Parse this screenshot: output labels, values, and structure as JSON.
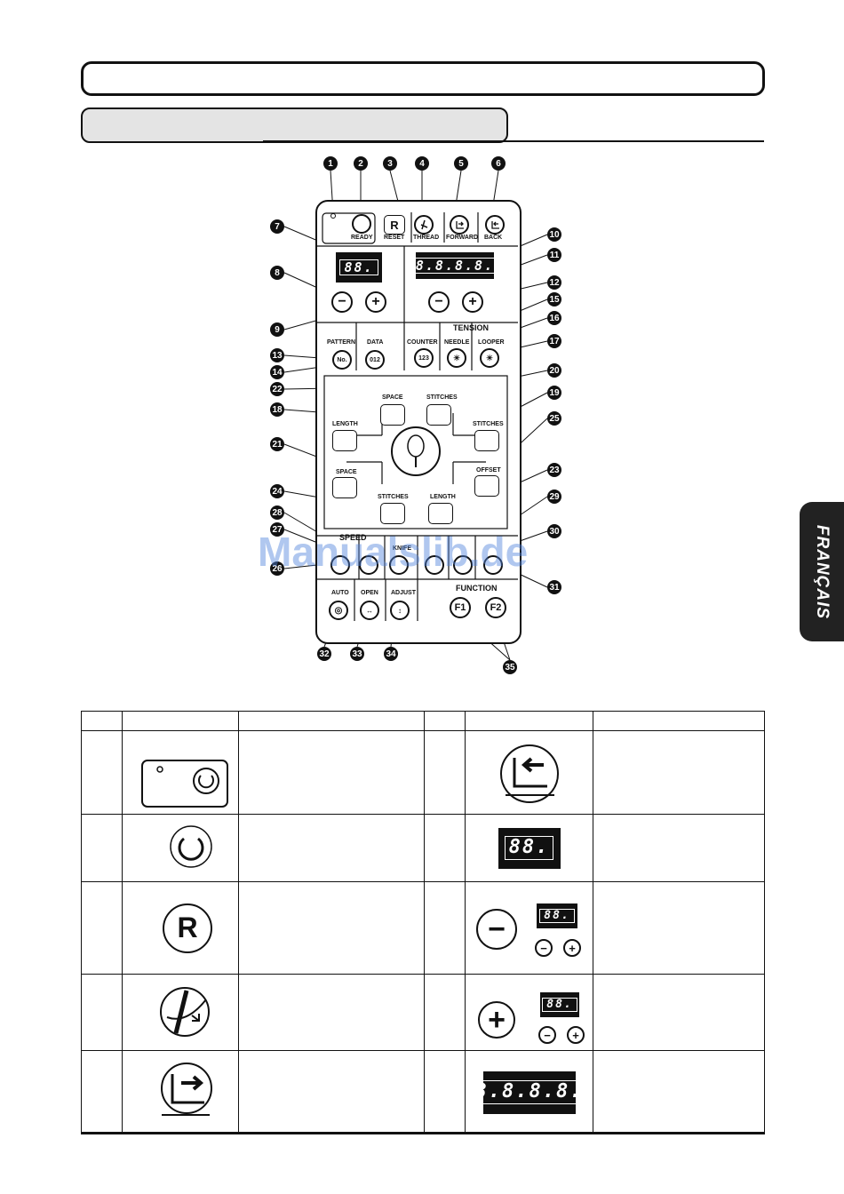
{
  "side_tab": {
    "label": "FRANÇAIS"
  },
  "watermark": "Manualslib.de",
  "callouts": {
    "top": [
      "1",
      "2",
      "3",
      "4",
      "5",
      "6"
    ],
    "left": [
      "7",
      "8",
      "9",
      "13",
      "14",
      "22",
      "18",
      "21",
      "24",
      "28",
      "27",
      "26"
    ],
    "right": [
      "10",
      "11",
      "12",
      "15",
      "16",
      "17",
      "20",
      "19",
      "25",
      "23",
      "29",
      "30",
      "31"
    ],
    "bottom": [
      "32",
      "33",
      "34",
      "35"
    ]
  },
  "panel": {
    "ready": "READY",
    "reset": "RESET",
    "reset_glyph": "R",
    "thread": "THREAD",
    "forward": "FORWARD",
    "back": "BACK",
    "display_small": "88.",
    "display_large": "8.8.8.8.",
    "minus": "−",
    "plus": "+",
    "tension": "TENSION",
    "pattern": "PATTERN",
    "data": "DATA",
    "pattern_glyph": "No.",
    "data_glyph": "012",
    "counter": "COUNTER",
    "counter_glyph": "123",
    "needle": "NEEDLE",
    "looper": "LOOPER",
    "space_top": "SPACE",
    "stitches_top": "STITCHES",
    "length_left": "LENGTH",
    "stitches_right": "STITCHES",
    "space_left": "SPACE",
    "offset": "OFFSET",
    "stitches_bottom": "STITCHES",
    "length_bottom": "LENGTH",
    "speed": "SPEED",
    "knife": "KNIFE",
    "auto": "AUTO",
    "open": "OPEN",
    "adjust": "ADJUST",
    "function": "FUNCTION",
    "f1": "F1",
    "f2": "F2"
  },
  "table": {
    "row_heights_note": "",
    "rows": [
      {
        "left_icon": "ready-panel-icon",
        "right_icon": "back-icon"
      },
      {
        "left_icon": "ready-button-icon",
        "right_icon": "small-display-icon",
        "right_display": "88."
      },
      {
        "left_icon": "reset-icon",
        "left_glyph": "R",
        "right_icon": "minus-button-icon",
        "right_display": "88."
      },
      {
        "left_icon": "thread-icon",
        "right_icon": "plus-button-icon",
        "right_display": "88."
      },
      {
        "left_icon": "forward-icon",
        "right_icon": "large-display-icon",
        "right_display": "8.8.8.8."
      }
    ]
  }
}
